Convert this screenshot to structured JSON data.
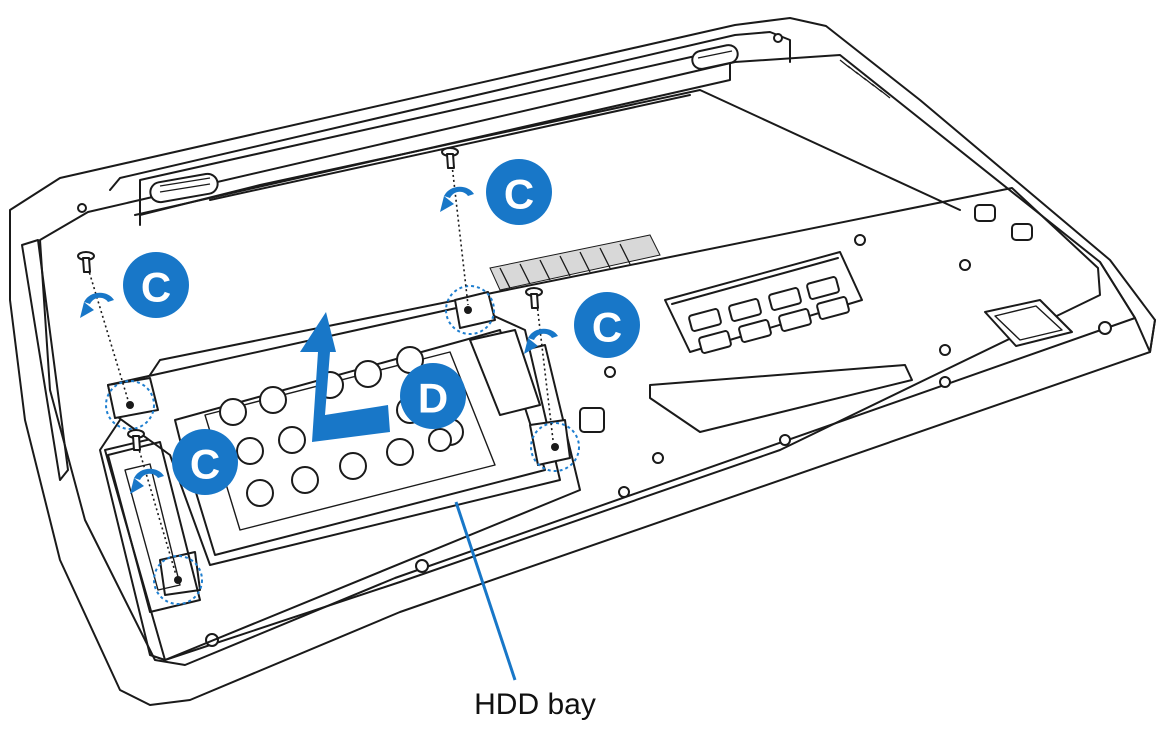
{
  "labels": {
    "step_c": "C",
    "step_d": "D",
    "hdd_bay": "HDD bay"
  },
  "colors": {
    "accent_blue": "#1877c8",
    "line": "#1a1a1a"
  }
}
